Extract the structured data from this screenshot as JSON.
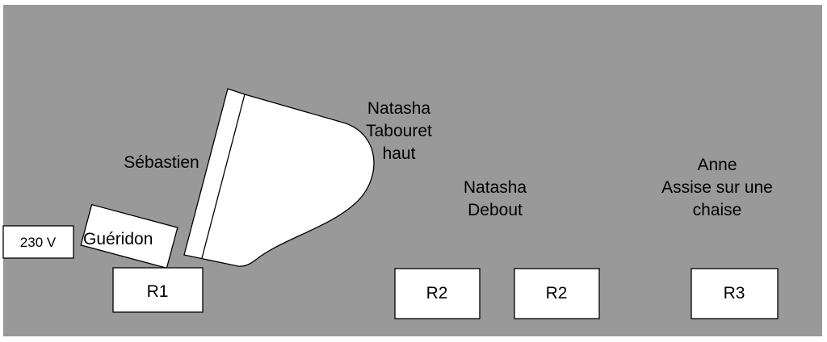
{
  "colors": {
    "stage_background": "#999999",
    "outer_background": "#ffffff",
    "shape_fill": "#ffffff",
    "stroke": "#000000"
  },
  "labels": {
    "sebastien": "Sébastien",
    "natasha_top_1": "Natasha",
    "natasha_top_2": "Tabouret",
    "natasha_top_3": "haut",
    "natasha_mid_1": "Natasha",
    "natasha_mid_2": "Debout",
    "anne_1": "Anne",
    "anne_2": "Assise sur une",
    "anne_3": "chaise",
    "outlet": "230 V",
    "gueridon": "Guéridon",
    "r1": "R1",
    "r2_left": "R2",
    "r2_right": "R2",
    "r3": "R3"
  }
}
